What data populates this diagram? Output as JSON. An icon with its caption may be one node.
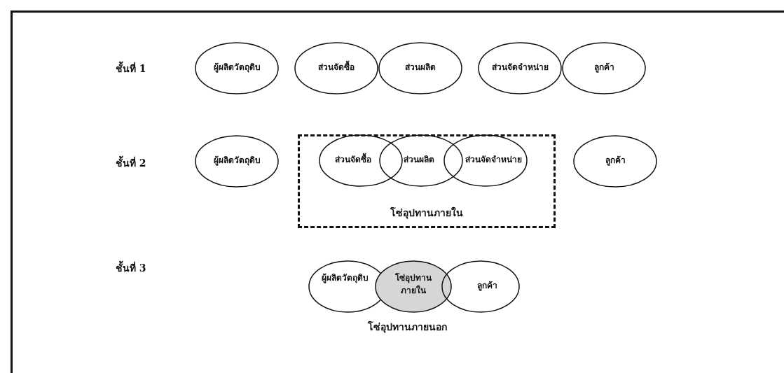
{
  "diagram": {
    "nodes": [
      {
        "text": [
          "ผู้ผลิตวัตถุดิบ"
        ]
      },
      {
        "text": [
          "ส่วนจัดซื้อ"
        ]
      },
      {
        "text": [
          "ส่วนผลิต"
        ]
      },
      {
        "text": [
          "ส่วนจัดจำหน่าย"
        ]
      },
      {
        "text": [
          "ลูกค้า"
        ]
      },
      {
        "text": [
          "ผู้ผลิตวัตถุดิบ"
        ]
      },
      {
        "text": [
          "โซ่อุปทานภายใน"
        ]
      },
      {
        "text": [
          "ส่วนจัดซื้อ"
        ],
        "in": 6
      },
      {
        "text": [
          "ส่วนผลิต"
        ],
        "in": 6
      },
      {
        "text": [
          "ส่วนจัดจำหน่าย"
        ],
        "in": 6
      },
      {
        "text": [
          "ลูกค้า"
        ]
      },
      {
        "text": [
          "ผู้ผลิตวัตถุดิบ"
        ]
      },
      {
        "text": [
          "โซ่อุปทานภายใน"
        ]
      },
      {
        "text": [
          "ลูกค้า"
        ]
      }
    ],
    "edges": [],
    "labels": [
      "ชั้นที่ 1",
      "ชั้นที่ 2",
      "ชั้นที่ 3",
      "โซ่อุปทานภายนอก"
    ]
  }
}
